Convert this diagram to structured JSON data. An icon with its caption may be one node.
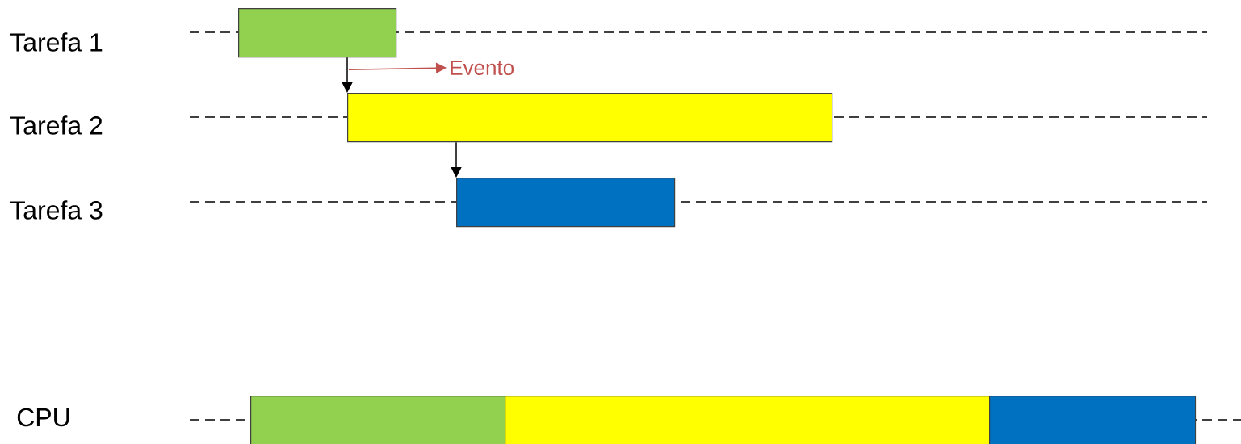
{
  "diagram": {
    "nodes": [
      {
        "text": [],
        "shape": "bar"
      },
      {
        "text": [
          "Evento"
        ]
      },
      {
        "text": [],
        "shape": "bar"
      },
      {
        "text": [],
        "shape": "bar"
      },
      {
        "text": [],
        "shape": "bar"
      },
      {
        "text": [],
        "shape": "bar"
      },
      {
        "text": [],
        "shape": "bar"
      }
    ],
    "edges": [
      {
        "from": 0,
        "to": 2,
        "arrow": "to"
      },
      {
        "from": 0,
        "to": 1,
        "arrow": "to",
        "color": "#c0504d"
      },
      {
        "from": 2,
        "to": 3,
        "arrow": "to"
      }
    ],
    "labels": [
      "Tarefa 1",
      "Tarefa 2",
      "Tarefa 3",
      "CPU"
    ]
  }
}
